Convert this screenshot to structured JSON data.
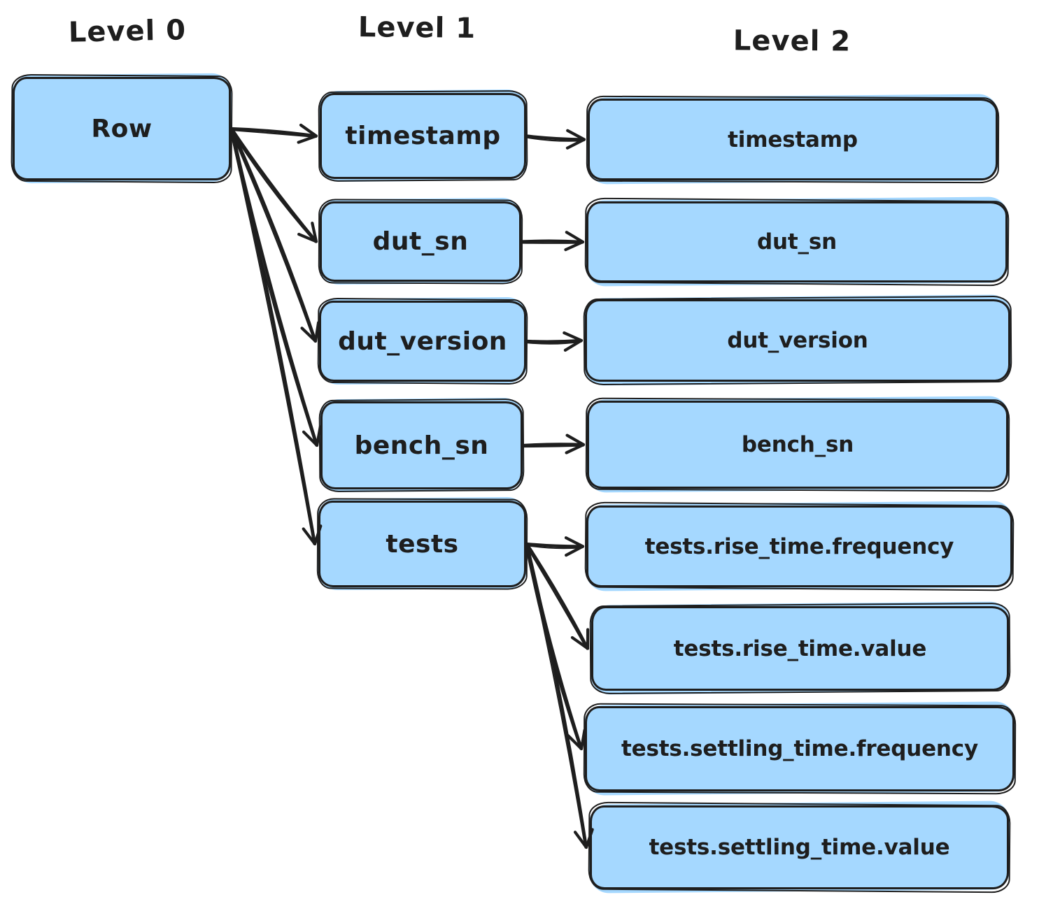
{
  "diagram": {
    "column_headers": [
      {
        "label": "Level 0"
      },
      {
        "label": "Level 1"
      },
      {
        "label": "Level 2"
      }
    ],
    "level0": {
      "id": "l0-row",
      "label": "Row"
    },
    "level1": [
      {
        "id": "l1-0",
        "label": "timestamp"
      },
      {
        "id": "l1-1",
        "label": "dut_sn"
      },
      {
        "id": "l1-2",
        "label": "dut_version"
      },
      {
        "id": "l1-3",
        "label": "bench_sn"
      },
      {
        "id": "l1-4",
        "label": "tests"
      }
    ],
    "level2": [
      {
        "id": "l2-0",
        "label": "timestamp"
      },
      {
        "id": "l2-1",
        "label": "dut_sn"
      },
      {
        "id": "l2-2",
        "label": "dut_version"
      },
      {
        "id": "l2-3",
        "label": "bench_sn"
      },
      {
        "id": "l2-4",
        "label": "tests.rise_time.frequency"
      },
      {
        "id": "l2-5",
        "label": "tests.rise_time.value"
      },
      {
        "id": "l2-6",
        "label": "tests.settling_time.frequency"
      },
      {
        "id": "l2-7",
        "label": "tests.settling_time.value"
      }
    ],
    "edges": [
      {
        "from": "l0-row",
        "to": "l1-0"
      },
      {
        "from": "l0-row",
        "to": "l1-1"
      },
      {
        "from": "l0-row",
        "to": "l1-2"
      },
      {
        "from": "l0-row",
        "to": "l1-3"
      },
      {
        "from": "l0-row",
        "to": "l1-4"
      },
      {
        "from": "l1-0",
        "to": "l2-0"
      },
      {
        "from": "l1-1",
        "to": "l2-1"
      },
      {
        "from": "l1-2",
        "to": "l2-2"
      },
      {
        "from": "l1-3",
        "to": "l2-3"
      },
      {
        "from": "l1-4",
        "to": "l2-4"
      },
      {
        "from": "l1-4",
        "to": "l2-5"
      },
      {
        "from": "l1-4",
        "to": "l2-6"
      },
      {
        "from": "l1-4",
        "to": "l2-7"
      }
    ],
    "colors": {
      "node_fill": "#a5d8ff",
      "stroke": "#1e1e1e",
      "background": "#ffffff"
    }
  }
}
